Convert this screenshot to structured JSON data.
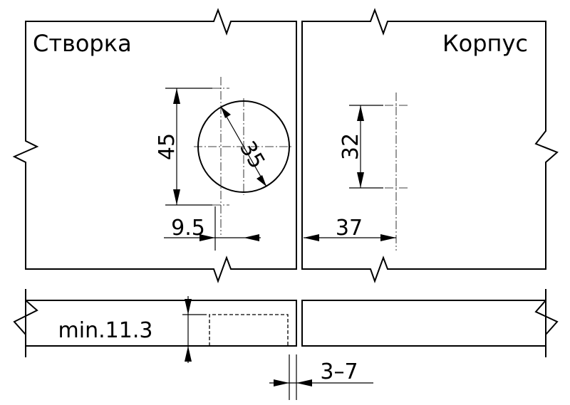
{
  "labels": {
    "sash": "Створка",
    "body": "Корпус"
  },
  "dimensions": {
    "hinge_cup_spacing": "45",
    "cup_diameter": "35",
    "edge_offset_sash": "9.5",
    "plate_spacing": "32",
    "edge_offset_body": "37",
    "min_thickness": "min.11.3",
    "gap": "3–7"
  }
}
